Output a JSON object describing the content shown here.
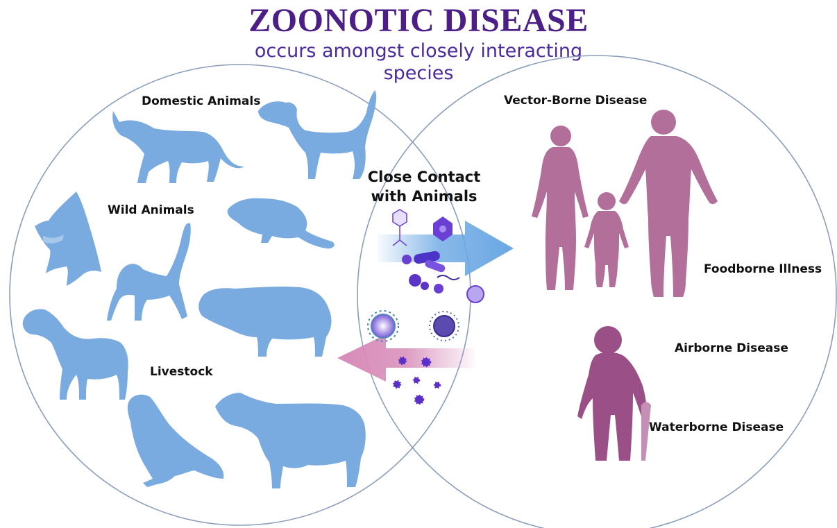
{
  "title": "ZOONOTIC DISEASE",
  "subtitle": "occurs amongst closely interacting species",
  "labels": {
    "domestic": "Domestic Animals",
    "wild": "Wild Animals",
    "livestock": "Livestock",
    "contact_line1": "Close Contact",
    "contact_line2": "with Animals",
    "vector": "Vector-Borne Disease",
    "foodborne": "Foodborne Illness",
    "airborne": "Airborne Disease",
    "waterborne": "Waterborne Disease"
  },
  "colors": {
    "title": "#4b1f86",
    "subtitle": "#4a2a9e",
    "animal": "#7aabe0",
    "human": "#b16f99",
    "elder": "#9a4f86",
    "circle": "#8a9ebc",
    "arrow_right": "#6aa7e3",
    "arrow_left": "#d78bb8",
    "pathogen": "#6b3fd4"
  },
  "icons": [
    "cat-icon",
    "dog-icon",
    "bat-icon",
    "rat-icon",
    "monkey-icon",
    "pig-icon",
    "horse-icon",
    "pigeon-icon",
    "cow-icon",
    "woman-icon",
    "child-icon",
    "man-icon",
    "elderly-icon",
    "virus-icon",
    "bacteria-icon"
  ]
}
